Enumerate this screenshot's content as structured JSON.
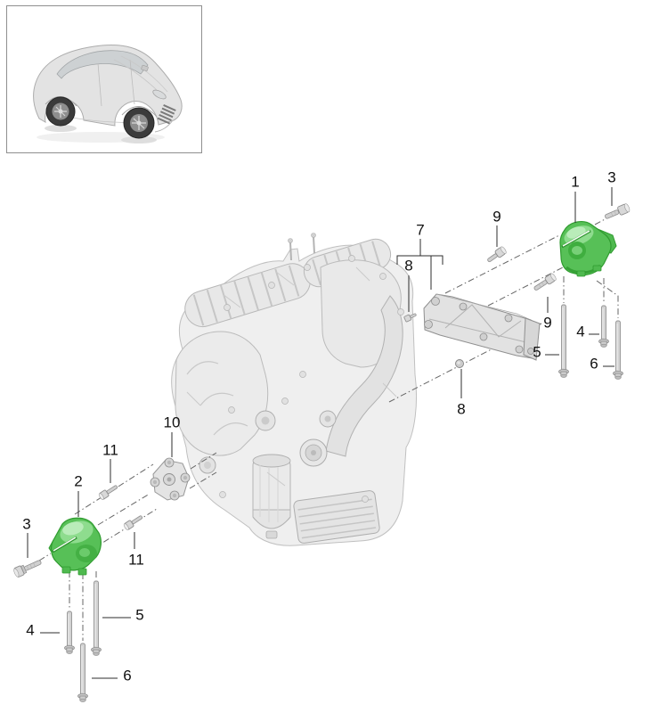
{
  "diagram": {
    "type": "engine-suspension-parts-diagram",
    "highlight_color": "#54bd54",
    "highlighted_parts": [
      "1",
      "2"
    ],
    "callouts": [
      {
        "ref": "1"
      },
      {
        "ref": "3"
      },
      {
        "ref": "9"
      },
      {
        "ref": "7"
      },
      {
        "ref": "8"
      },
      {
        "ref": "9"
      },
      {
        "ref": "4"
      },
      {
        "ref": "5"
      },
      {
        "ref": "6"
      },
      {
        "ref": "8"
      },
      {
        "ref": "10"
      },
      {
        "ref": "11"
      },
      {
        "ref": "2"
      },
      {
        "ref": "3"
      },
      {
        "ref": "11"
      },
      {
        "ref": "4"
      },
      {
        "ref": "5"
      },
      {
        "ref": "6"
      }
    ]
  }
}
